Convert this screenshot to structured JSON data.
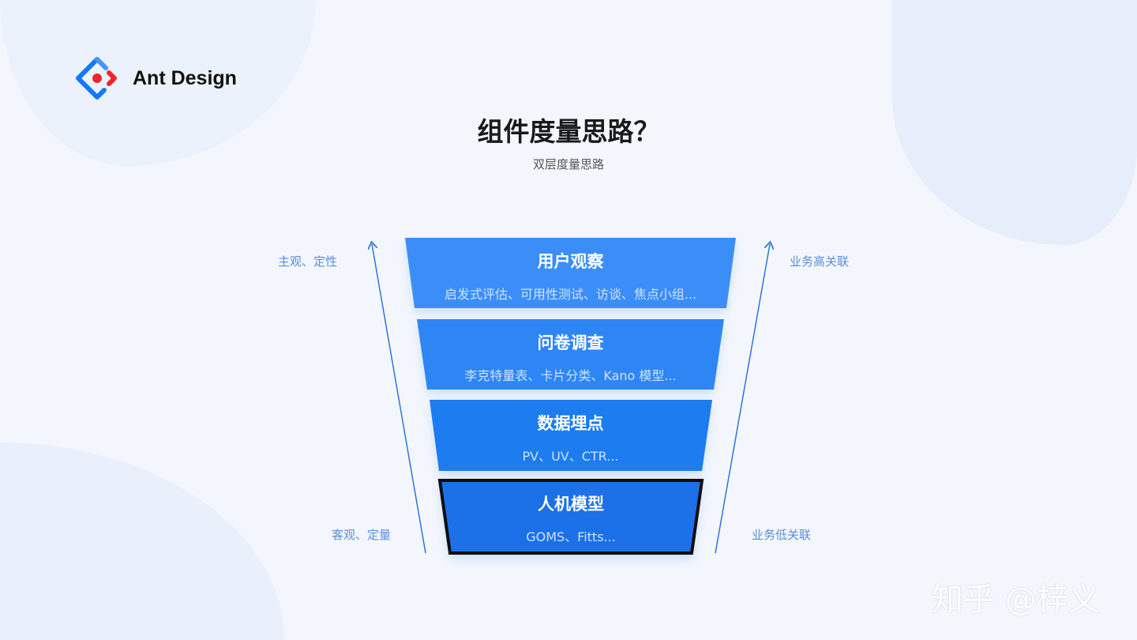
{
  "brand": {
    "name": "Ant Design"
  },
  "title": "组件度量思路？",
  "subtitle": "双层度量思路",
  "tiers": [
    {
      "title": "用户观察",
      "desc": "启发式评估、可用性测试、访谈、焦点小组...",
      "color": "#3a8ef7"
    },
    {
      "title": "问卷调查",
      "desc": "李克特量表、卡片分类、Kano 模型...",
      "color": "#2d86f5"
    },
    {
      "title": "数据埋点",
      "desc": "PV、UV、CTR...",
      "color": "#1f7cf0"
    },
    {
      "title": "人机模型",
      "desc": "GOMS、Fitts...",
      "color": "#1a6fe8"
    }
  ],
  "left_axis": {
    "top": "主观、定性",
    "bottom": "客观、定量"
  },
  "right_axis": {
    "top": "业务高关联",
    "bottom": "业务低关联"
  },
  "watermark": "知乎 @梓义"
}
